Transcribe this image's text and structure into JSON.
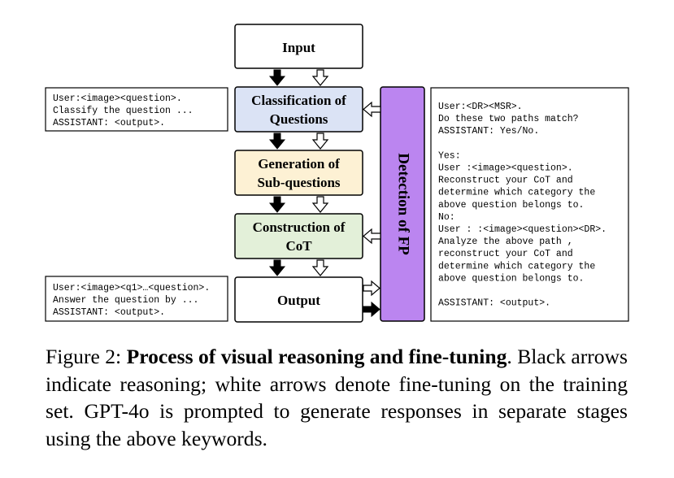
{
  "diagram": {
    "nodes": {
      "input": "Input",
      "classification": [
        "Classification of",
        "Questions"
      ],
      "generation": [
        "Generation of",
        "Sub-questions"
      ],
      "construction": [
        "Construction of",
        "CoT"
      ],
      "output": "Output",
      "detection": "Detection of FP"
    },
    "prompts": {
      "top_left": [
        "User:<image><question>.",
        "Classify the question ...",
        "ASSISTANT: <output>."
      ],
      "bottom_left": [
        "User:<image><q1>…<question>.",
        "Answer the question by ...",
        "ASSISTANT: <output>."
      ],
      "right": [
        "User:<DR><MSR>.",
        "Do these two paths match?",
        "ASSISTANT: Yes/No.",
        "",
        "Yes:",
        "User :<image><question>.",
        "Reconstruct your CoT and",
        "determine which category the",
        "above question belongs to.",
        "No:",
        "User : :<image><question><DR>.",
        "Analyze the above path ,",
        "reconstruct your CoT and",
        "determine which category the",
        "above question belongs to.",
        "",
        "ASSISTANT: <output>."
      ]
    },
    "colors": {
      "classification": "#dbe3f5",
      "generation": "#fdf1d4",
      "construction": "#e3f0d9",
      "detection": "#bb85f0"
    }
  },
  "caption": {
    "label": "Figure 2: ",
    "bold": "Process of visual reasoning and fine-tuning",
    "rest": ". Black arrows indicate reasoning; white arrows denote fine-tuning on the training set. GPT-4o is prompted to generate responses in separate stages using the above keywords."
  }
}
